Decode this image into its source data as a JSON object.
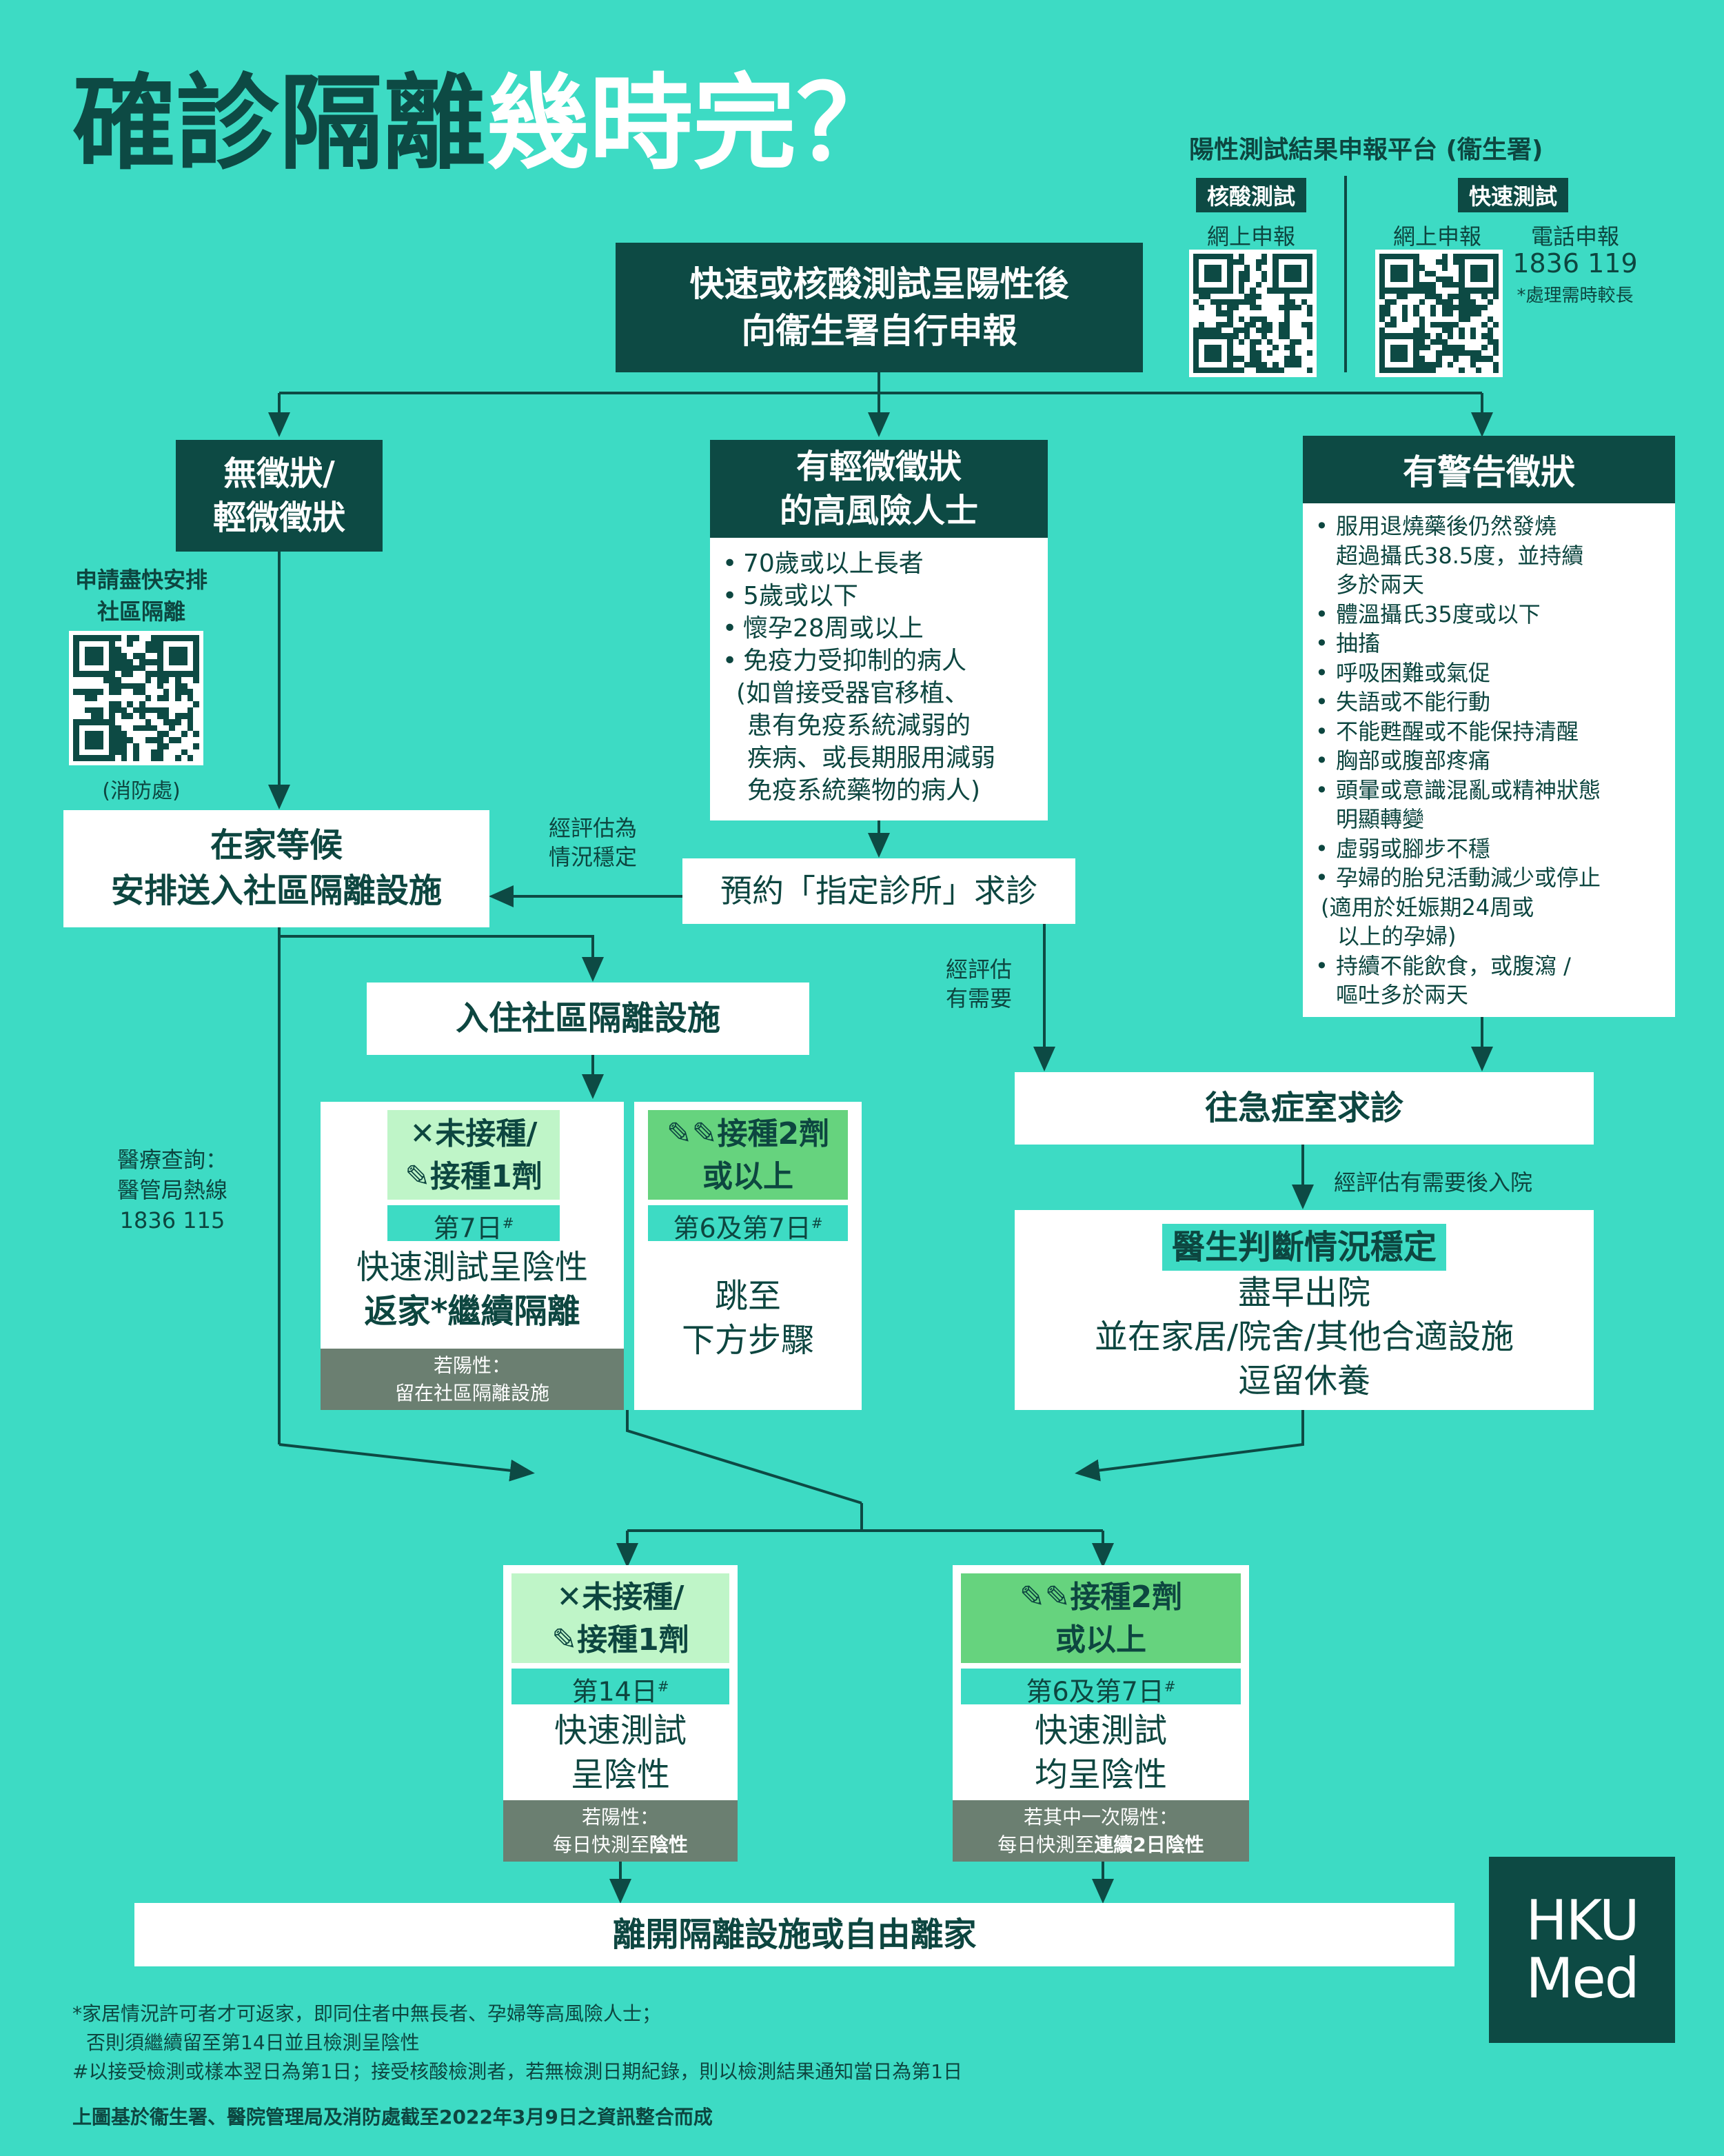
{
  "title": {
    "dark": "確診隔離",
    "light": "幾時完？"
  },
  "platform": {
    "title": "陽性測試結果申報平台 (衞生署)",
    "pcr_label": "核酸測試",
    "rat_label": "快速測試",
    "pcr_online": "網上申報",
    "rat_online": "網上申報",
    "rat_phone": "電話申報",
    "phone_number": "1836 119",
    "phone_note": "*處理需時較長"
  },
  "top_box": {
    "line1": "快速或核酸測試呈陽性後",
    "line2": "向衞生署自行申報"
  },
  "branch_left": {
    "line1": "無徵狀/",
    "line2": "輕微徵狀"
  },
  "branch_mid": {
    "line1": "有輕微徵狀",
    "line2": "的高風險人士",
    "items": [
      "70歲或以上長者",
      "5歲或以下",
      "懷孕28周或以上",
      "免疫力受抑制的病人"
    ],
    "sub": [
      "(如曾接受器官移植、",
      "患有免疫系統減弱的",
      "疾病、或長期服用減弱",
      "免疫系統藥物的病人)"
    ]
  },
  "branch_right": {
    "title": "有警告徵狀",
    "items": [
      [
        "服用退燒藥後仍然發燒",
        "超過攝氏38.5度，並持續",
        "多於兩天"
      ],
      [
        "體溫攝氏35度或以下"
      ],
      [
        "抽搐"
      ],
      [
        "呼吸困難或氣促"
      ],
      [
        "失語或不能行動"
      ],
      [
        "不能甦醒或不能保持清醒"
      ],
      [
        "胸部或腹部疼痛"
      ],
      [
        "頭暈或意識混亂或精神狀態",
        "明顯轉變"
      ],
      [
        "虛弱或腳步不穩"
      ],
      [
        "孕婦的胎兒活動減少或停止"
      ],
      [
        "(適用於妊娠期24周或",
        "以上的孕婦)"
      ],
      [
        "持續不能飲食，或腹瀉 /",
        "嘔吐多於兩天"
      ]
    ]
  },
  "apply": {
    "line1": "申請盡快安排",
    "line2": "社區隔離",
    "fsd": "(消防處)"
  },
  "wait_home": {
    "line1": "在家等候",
    "line2": "安排送入社區隔離設施"
  },
  "stable_note": {
    "line1": "經評估為",
    "line2": "情況穩定"
  },
  "clinic": "預約「指定診所」求診",
  "need_note": {
    "line1": "經評估",
    "line2": "有需要"
  },
  "enter_facility": "入住社區隔離設施",
  "medical_enquiry": {
    "line1": "醫療查詢：",
    "line2": "醫管局熱線",
    "line3": "1836 115"
  },
  "cif_unvax": {
    "line1": "未接種/",
    "line2": "接種1劑",
    "day": "第7日",
    "day_sup": "#",
    "result1": "快速測試呈陰性",
    "result2a": "返家",
    "result2b": "繼續隔離",
    "if_pos1": "若陽性：",
    "if_pos2": "留在社區隔離設施"
  },
  "cif_vax": {
    "line1": "接種2劑",
    "line2": "或以上",
    "day": "第6及第7日",
    "day_sup": "#",
    "jump1": "跳至",
    "jump2": "下方步驟"
  },
  "ae": "往急症室求診",
  "admit_note": "經評估有需要後入院",
  "hospital": {
    "line1": "醫生判斷情況穩定",
    "line2": "盡早出院",
    "line3": "並在家居/院舍/其他合適設施",
    "line4": "逗留休養"
  },
  "final_unvax": {
    "line1": "未接種/",
    "line2": "接種1劑",
    "day": "第14日",
    "day_sup": "#",
    "result1": "快速測試",
    "result2": "呈陰性",
    "if_pos1": "若陽性：",
    "if_pos2a": "每日快測至",
    "if_pos2b": "陰性"
  },
  "final_vax": {
    "line1": "接種2劑",
    "line2": "或以上",
    "day": "第6及第7日",
    "day_sup": "#",
    "result1": "快速測試",
    "result2": "均呈陰性",
    "if_pos1": "若其中一次陽性：",
    "if_pos2a": "每日快測至",
    "if_pos2b": "連續2日陰性"
  },
  "leave": "離開隔離設施或自由離家",
  "logo": {
    "line1": "HKU",
    "line2": "Med"
  },
  "footnotes": {
    "star1": "*家居情況許可者才可返家，即同住者中無長者、孕婦等高風險人士；",
    "star2": "否則須繼續留至第14日並且檢測呈陰性",
    "hash": "#以接受檢測或樣本翌日為第1日；接受核酸檢測者，若無檢測日期紀錄，則以檢測結果通知當日為第1日",
    "source": "上圖基於衞生署、醫院管理局及消防處截至2022年3月9日之資訊整合而成"
  },
  "colors": {
    "background": "#3ddbc4",
    "dark": "#0d4a44",
    "light_green": "#bff5c8",
    "mid_green": "#66d37e",
    "gray": "#6b7f71"
  },
  "icons": {
    "cross": "cross-icon",
    "syringe": "syringe-icon",
    "qr": "qr-code-icon"
  }
}
